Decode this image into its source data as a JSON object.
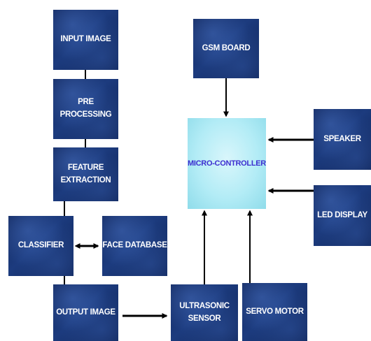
{
  "blocks": {
    "input_image": "INPUT IMAGE",
    "pre_processing": "PRE PROCESSING",
    "feature_extraction_line1": "FEATURE",
    "feature_extraction_line2": "EXTRACTION",
    "classifier": "CLASSIFIER",
    "face_database": "FACE DATABASE",
    "output_image": "OUTPUT IMAGE",
    "ultrasonic_sensor": "ULTRASONIC SENSOR",
    "servo_motor": "SERVO MOTOR",
    "gsm_board": "GSM BOARD",
    "micro_controller": "MICRO-CONTROLLER",
    "speaker": "SPEAKER",
    "led_display": "LED DISPLAY"
  },
  "colors": {
    "block_dark": "#1c3b7e",
    "controller_fill": "#b3ecf6",
    "controller_text": "#3d2fd0",
    "connector": "#000000"
  }
}
